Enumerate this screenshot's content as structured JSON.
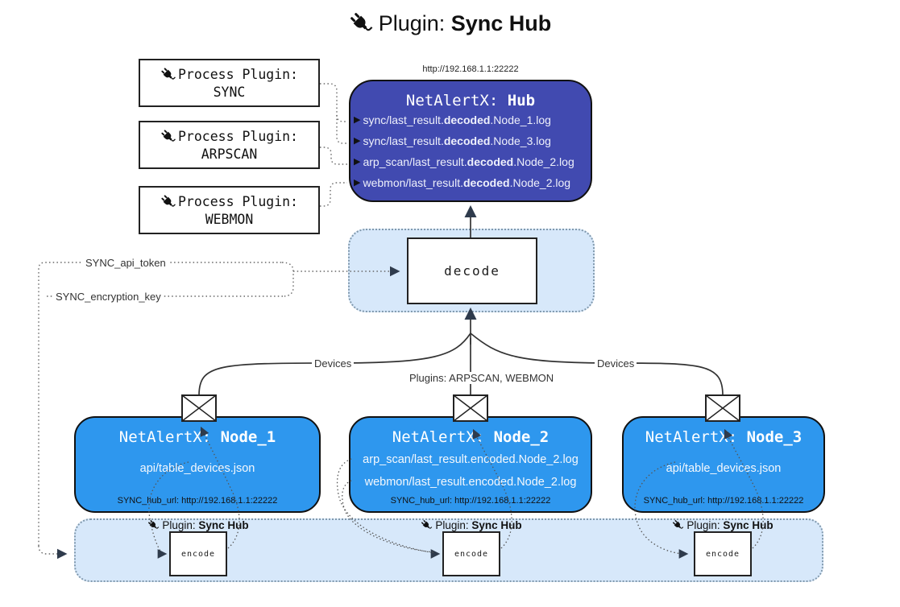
{
  "title": {
    "prefix": "Plugin: ",
    "name": "Sync Hub"
  },
  "icons": {
    "plug": "plug-icon",
    "envelope": "envelope-icon",
    "log_arrow": "▶"
  },
  "colors": {
    "hub_fill": "#414ab0",
    "node_fill": "#2e97ee",
    "band_fill": "#d7e8fa",
    "band_border": "#8199ad",
    "arrow": "#333333",
    "arrowhead": "#2f3b4c"
  },
  "process_plugins": [
    {
      "label": "Process Plugin:",
      "name": "SYNC"
    },
    {
      "label": "Process Plugin:",
      "name": "ARPSCAN"
    },
    {
      "label": "Process Plugin:",
      "name": "WEBMON"
    }
  ],
  "hub": {
    "url": "http://192.168.1.1:22222",
    "title_prefix": "NetAlertX: ",
    "title_name": "Hub",
    "logs": [
      {
        "pre": "sync/last_result.",
        "bold": "decoded",
        "post": ".Node_1.log"
      },
      {
        "pre": "sync/last_result.",
        "bold": "decoded",
        "post": ".Node_3.log"
      },
      {
        "pre": "arp_scan/last_result.",
        "bold": "decoded",
        "post": ".Node_2.log"
      },
      {
        "pre": "webmon/last_result.",
        "bold": "decoded",
        "post": ".Node_2.log"
      }
    ]
  },
  "decode_label": "decode",
  "config": {
    "api_token": "SYNC_api_token",
    "encryption_key": "SYNC_encryption_key"
  },
  "edge_labels": {
    "devices_left": "Devices",
    "plugins_mid": "Plugins: ARPSCAN, WEBMON",
    "devices_right": "Devices"
  },
  "nodes": [
    {
      "title_prefix": "NetAlertX: ",
      "name": "Node_1",
      "files": [
        "api/table_devices.json"
      ],
      "hub_url": "SYNC_hub_url: http://192.168.1.1:22222"
    },
    {
      "title_prefix": "NetAlertX: ",
      "name": "Node_2",
      "files": [
        "arp_scan/last_result.encoded.Node_2.log",
        "webmon/last_result.encoded.Node_2.log"
      ],
      "hub_url": "SYNC_hub_url: http://192.168.1.1:22222"
    },
    {
      "title_prefix": "NetAlertX: ",
      "name": "Node_3",
      "files": [
        "api/table_devices.json"
      ],
      "hub_url": "SYNC_hub_url: http://192.168.1.1:22222"
    }
  ],
  "sync_plugin": {
    "prefix": "Plugin: ",
    "name": "Sync Hub",
    "encode": "encode"
  }
}
